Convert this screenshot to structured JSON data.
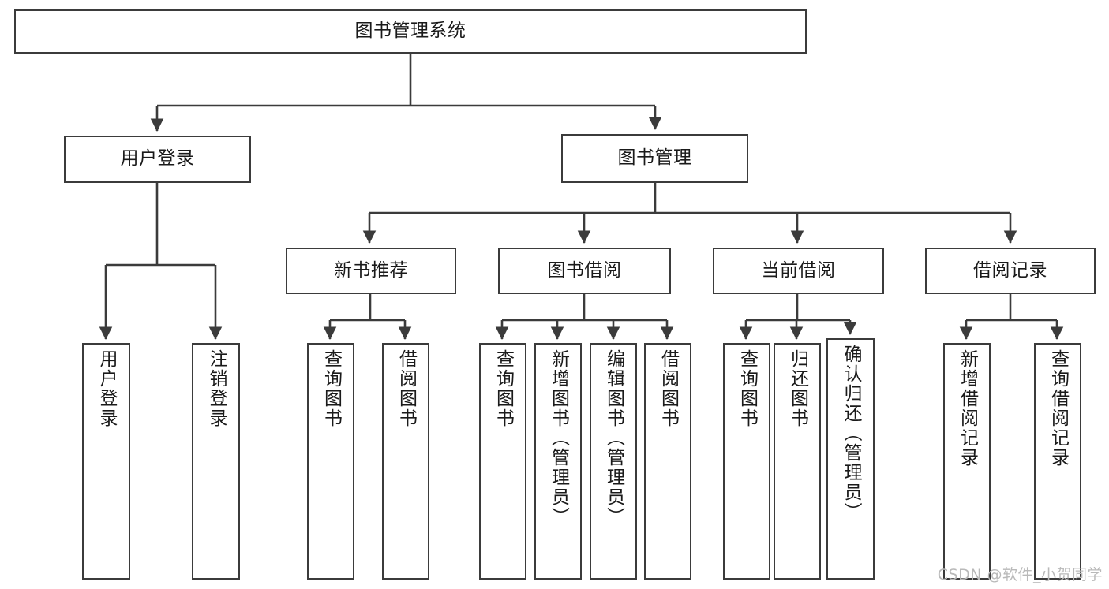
{
  "diagram": {
    "type": "tree-hierarchy-chart",
    "title": "图书管理系统",
    "watermark": "CSDN @软件_小贺同学",
    "colors": {
      "stroke": "#3b3b3b",
      "fill": "#ffffff",
      "text": "#1a1a1a",
      "watermark": "#b9b9b9"
    },
    "nodes": {
      "root": {
        "label": "图书管理系统"
      },
      "level2": [
        {
          "id": "user-login",
          "label": "用户登录"
        },
        {
          "id": "book-management",
          "label": "图书管理"
        }
      ],
      "level3": [
        {
          "id": "new-book-recommend",
          "label": "新书推荐"
        },
        {
          "id": "book-borrow",
          "label": "图书借阅"
        },
        {
          "id": "current-borrow",
          "label": "当前借阅"
        },
        {
          "id": "borrow-record",
          "label": "借阅记录"
        }
      ],
      "leaves": {
        "user-login": [
          {
            "id": "leaf-user-login",
            "label": "用户登录"
          },
          {
            "id": "leaf-logout",
            "label": "注销登录"
          }
        ],
        "new-book-recommend": [
          {
            "id": "leaf-query-book-1",
            "label": "查询图书"
          },
          {
            "id": "leaf-borrow-book-1",
            "label": "借阅图书"
          }
        ],
        "book-borrow": [
          {
            "id": "leaf-query-book-2",
            "label": "查询图书"
          },
          {
            "id": "leaf-add-book",
            "label": "新增图书（管理员）"
          },
          {
            "id": "leaf-edit-book",
            "label": "编辑图书（管理员）"
          },
          {
            "id": "leaf-borrow-book-2",
            "label": "借阅图书"
          }
        ],
        "current-borrow": [
          {
            "id": "leaf-query-book-3",
            "label": "查询图书"
          },
          {
            "id": "leaf-return-book",
            "label": "归还图书"
          },
          {
            "id": "leaf-confirm-return",
            "label": "确认归还（管理员）"
          }
        ],
        "borrow-record": [
          {
            "id": "leaf-add-record",
            "label": "新增借阅记录"
          },
          {
            "id": "leaf-query-record",
            "label": "查询借阅记录"
          }
        ]
      }
    }
  }
}
